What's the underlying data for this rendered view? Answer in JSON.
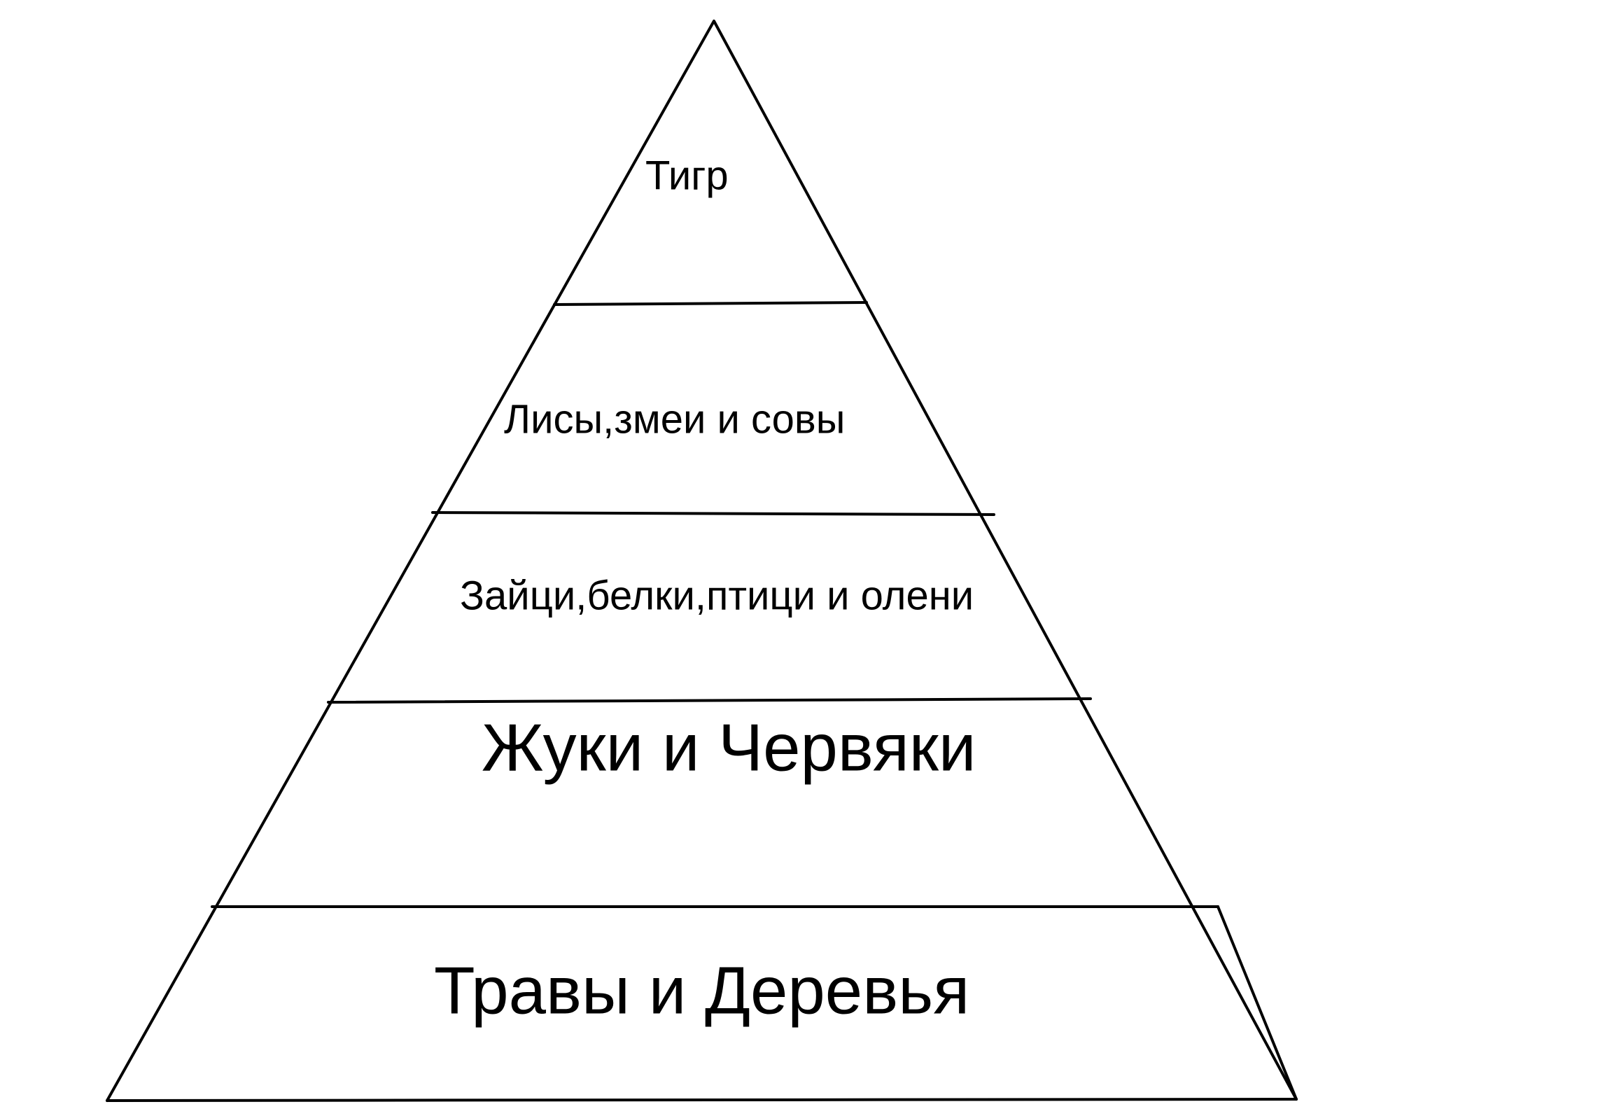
{
  "diagram": {
    "type": "food-pyramid",
    "levels": [
      {
        "label": "Тигр"
      },
      {
        "label": "Лисы,змеи и совы"
      },
      {
        "label": "Зайци,белки,птици и олени"
      },
      {
        "label": "Жуки и Червяки"
      },
      {
        "label": "Травы и Деревья"
      }
    ]
  },
  "colors": {
    "stroke": "#000000",
    "background": "#ffffff",
    "text": "#000000"
  }
}
